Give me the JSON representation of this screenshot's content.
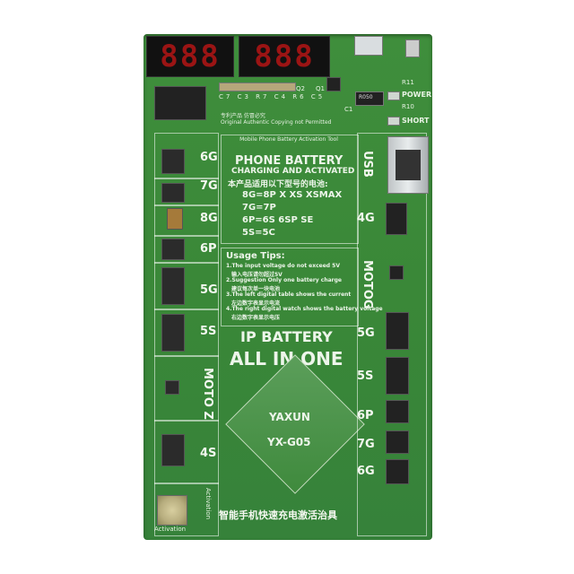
{
  "displays": {
    "left": "888",
    "right": "888"
  },
  "labels": {
    "components": [
      "C7",
      "C3",
      "R7",
      "C4",
      "R6",
      "C5"
    ],
    "q2": "Q2",
    "q1": "Q1",
    "r11": "R11",
    "r10": "R10",
    "c1": "C1",
    "r050": "R050",
    "power": "POWER",
    "short": "SHORT",
    "copyright_cn": "专利产品 仿冒必究",
    "copyright_en": "Original Authentic Copying not Permitted"
  },
  "top_panel": {
    "title": "Mobile Phone Battery Activation Tool",
    "heading1": "PHONE BATTERY",
    "heading2": "CHARGING AND ACTIVATED",
    "cn_line": "本产品适用以下型号的电池:",
    "models": [
      "8G=8P X XS XSMAX",
      "7G=7P",
      "6P=6S 6SP SE",
      "5S=5C"
    ]
  },
  "usage": {
    "title": "Usage Tips:",
    "lines": [
      "1.The input voltage do not exceed 5V",
      "输入电压请勿超过5V",
      "2.Suggestion Only one battery charge",
      "建议每次单一块电池",
      "3.The left digital table shows the current",
      "左边数字表显示电流",
      "4.The right digital watch shows the battery voltage",
      "右边数字表显示电压"
    ]
  },
  "ip_battery": {
    "line1": "IP BATTERY",
    "line2": "ALL IN ONE"
  },
  "chip_brand": {
    "line1": "YAXUN",
    "line2": "YX-G05"
  },
  "left_slots": [
    "6G",
    "7G",
    "8G",
    "6P",
    "5G",
    "5S"
  ],
  "moto_z": "MOTO Z",
  "left_4s": "4S",
  "right_slots": {
    "usb": "USB",
    "g4": "4G",
    "motog": "MOTOG",
    "list": [
      "5G",
      "5S",
      "6P",
      "7G",
      "6G"
    ]
  },
  "activation": "Activation",
  "bottom_cn": "智能手机快速充电激活治具"
}
